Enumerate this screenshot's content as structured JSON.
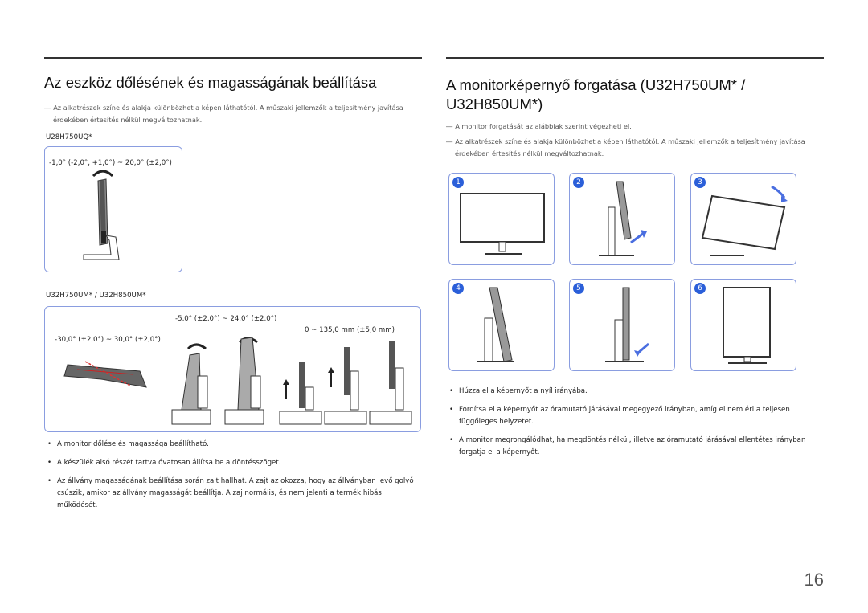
{
  "left": {
    "title": "Az eszköz dőlésének és magasságának beállítása",
    "note_dash": "―",
    "note1_line1": "Az alkatrészek színe és alakja különbözhet a képen láthatótól. A műszaki jellemzők a teljesítmény javítása",
    "note1_line2": "érdekében értesítés nélkül megváltozhatnak.",
    "model1": "U28H750UQ*",
    "model1_tilt": "-1,0° (-2,0°, +1,0°) ~ 20,0° (±2,0°)",
    "model2": "U32H750UM* / U32H850UM*",
    "model2_tilt": "-5,0° (±2,0°) ~ 24,0° (±2,0°)",
    "model2_swivel": "-30,0° (±2,0°) ~ 30,0° (±2,0°)",
    "model2_height": "0 ~ 135,0 mm (±5,0 mm)",
    "bullet": "•",
    "bullets": [
      "A monitor dőlése és magassága beállítható.",
      "A készülék alsó részét tartva óvatosan állítsa be a döntésszöget.",
      "Az állvány magasságának beállítása során zajt hallhat. A zajt az okozza, hogy az állványban levő golyó csúszik, amikor az állvány magasságát beállítja. A zaj normális, és nem jelenti a termék hibás működését."
    ]
  },
  "right": {
    "title_line1": "A monitorképernyő forgatása (U32H750UM* /",
    "title_line2": "U32H850UM*)",
    "note_dash": "―",
    "note1": "A monitor forgatását az alábbiak szerint végezheti el.",
    "note2_line1": "Az alkatrészek színe és alakja különbözhet a képen láthatótól. A műszaki jellemzők a teljesítmény javítása",
    "note2_line2": "érdekében értesítés nélkül megváltozhatnak.",
    "steps": [
      "1",
      "2",
      "3",
      "4",
      "5",
      "6"
    ],
    "bullet": "•",
    "bullets": [
      "Húzza el a képernyőt a nyíl irányába.",
      "Fordítsa el a képernyőt az óramutató járásával megegyező irányban, amíg el nem éri a teljesen függőleges helyzetet.",
      "A monitor megrongálódhat, ha megdöntés nélkül, illetve az óramutató járásával ellentétes irányban forgatja el a képernyőt."
    ]
  },
  "page_number": "16",
  "colors": {
    "accent": "#2b5fd9",
    "box_border": "#8a9de0",
    "rule": "#333333"
  }
}
